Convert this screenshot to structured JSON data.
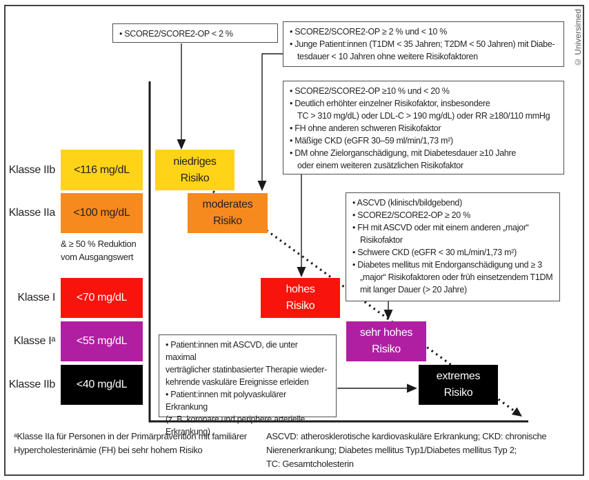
{
  "credit": "© Universimed",
  "colors": {
    "yellow": "#FED318",
    "orange": "#F68A1E",
    "red": "#F8130C",
    "magenta": "#B01FA1",
    "black": "#000000",
    "dark_text": "#231F20",
    "white_text": "#FFFFFF",
    "box_border": "#4D4D4D",
    "line": "#1A1A1A"
  },
  "criteria": {
    "box1": {
      "items": [
        "• SCORE2/SCORE2-OP < 2 %"
      ]
    },
    "box2": {
      "items": [
        "• SCORE2/SCORE2-OP ≥ 2 % und < 10 %",
        "• Junge Patient:innen (T1DM < 35 Jahren; T2DM < 50 Jahren) mit Diabe-\ntesdauer < 10 Jahren ohne weitere Risikofaktoren"
      ]
    },
    "box3": {
      "items": [
        "• SCORE2/SCORE2-OP ≥10 % und < 20 %",
        "• Deutlich erhöhter einzelner Risikofaktor, insbesondere\nTC > 310 mg/dL) oder LDL-C > 190 mg/dL) oder RR ≥180/110 mmHg",
        "• FH ohne anderen schweren Risikofaktor",
        "• Mäßige CKD (eGFR 30–59 ml/min/1,73 m²)",
        "• DM ohne Zielorganschädigung, mit Diabetesdauer ≥10 Jahre\noder einem weiteren zusätzlichen Risikofaktor"
      ]
    },
    "box4": {
      "items": [
        "• ASCVD (klinisch/bildgebend)",
        "• SCORE2/SCORE2-OP ≥ 20 %",
        "• FH mit ASCVD oder mit einem anderen „major“\nRisikofaktor",
        "• Schwere CKD (eGFR < 30 mL/min/1,73 m²)",
        "• Diabetes mellitus mit Endorganschädigung und ≥ 3\n„major“ Risikofaktoren oder früh einsetzendem T1DM\nmit langer Dauer (> 20 Jahre)"
      ]
    },
    "box5": {
      "items": [
        "• Patient:innen mit ASCVD, die unter maximal\nverträglicher statinbasierter Therapie wieder-\nkehrende vaskuläre Ereignisse erleiden",
        "• Patient:innen mit polyvaskulärer Erkrankung\n(z. B. koronare und periphere arterielle\nErkrankung)"
      ]
    }
  },
  "classes": [
    {
      "label": "Klasse IIb",
      "value": "<116 mg/dL",
      "color": "#FED318",
      "text_color": "#231F20"
    },
    {
      "label": "Klasse IIa",
      "value": "<100 mg/dL",
      "color": "#F68A1E",
      "text_color": "#231F20"
    },
    {
      "label": "Klasse I",
      "value": "<70 mg/dL",
      "color": "#F8130C",
      "text_color": "#FFFFFF"
    },
    {
      "label": "Klasse Iᵃ",
      "value": "<55 mg/dL",
      "color": "#B01FA1",
      "text_color": "#FFFFFF"
    },
    {
      "label": "Klasse IIb",
      "value": "<40 mg/dL",
      "color": "#000000",
      "text_color": "#FFFFFF"
    }
  ],
  "reduction_note": "& ≥ 50 % Reduktion\nvom Ausgangswert",
  "risks": [
    {
      "label": "niedriges\nRisiko",
      "color": "#FED318",
      "text_color": "#231F20"
    },
    {
      "label": "moderates\nRisiko",
      "color": "#F68A1E",
      "text_color": "#231F20"
    },
    {
      "label": "hohes\nRisiko",
      "color": "#F8130C",
      "text_color": "#FFFFFF"
    },
    {
      "label": "sehr hohes\nRisiko",
      "color": "#B01FA1",
      "text_color": "#FFFFFF"
    },
    {
      "label": "extremes\nRisiko",
      "color": "#000000",
      "text_color": "#FFFFFF"
    }
  ],
  "footnotes": {
    "left": "ᵃKlasse IIa für Personen in der Primärprävention mit familiärer\nHypercholesterinämie (FH) bei sehr hohem Risiko",
    "right": "ASCVD: atherosklerotische kardiovaskuläre Erkrankung; CKD: chronische\nNierenerkrankung; Diabetes mellitus Typ1/Diabetes mellitus Typ 2;\nTC: Gesamtcholesterin"
  }
}
